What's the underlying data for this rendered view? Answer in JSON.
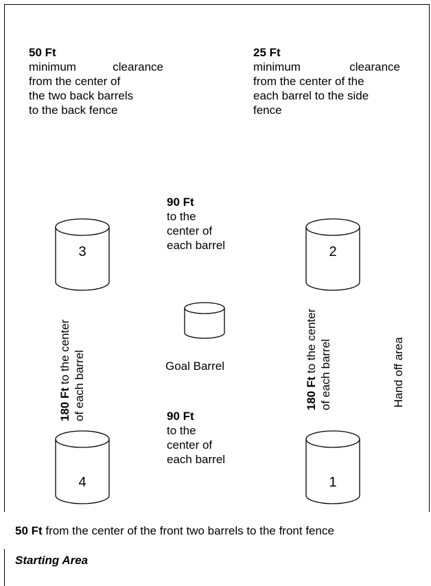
{
  "back_clearance": {
    "distance": "50 Ft",
    "lines": [
      "minimum clearance",
      "from the center of",
      "the two back barrels",
      "to the back fence"
    ]
  },
  "side_clearance": {
    "distance": "25 Ft",
    "lines": [
      "minimum clearance",
      "from the center of the",
      "each barrel to the side",
      "fence"
    ]
  },
  "top_span": {
    "distance": "90 Ft",
    "lines": [
      "to the",
      "center of",
      "each barrel"
    ]
  },
  "bottom_span": {
    "distance": "90 Ft",
    "lines": [
      "to the",
      "center of",
      "each barrel"
    ]
  },
  "left_span": {
    "distance": "180 Ft",
    "lines": [
      "to the center",
      "of each barrel"
    ]
  },
  "right_span": {
    "distance": "180 Ft",
    "lines": [
      "to the center",
      "of each barrel"
    ]
  },
  "barrels": {
    "b1": "1",
    "b2": "2",
    "b3": "3",
    "b4": "4"
  },
  "goal_barrel_label": "Goal Barrel",
  "hand_off_label": "Hand off area",
  "front_fence": {
    "distance": "50 Ft",
    "text": "from the center of the front two barrels to the front fence"
  },
  "starting_area_label": "Starting Area"
}
